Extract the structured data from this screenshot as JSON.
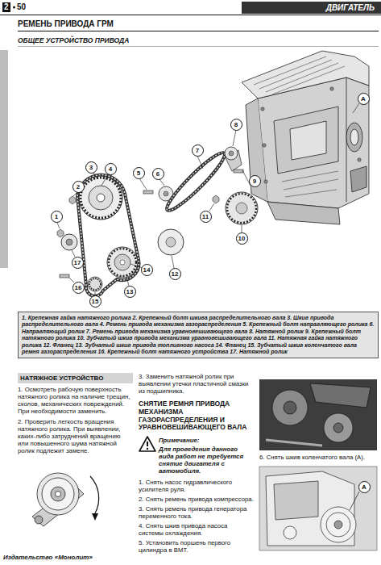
{
  "diagram": {
    "title": "РЕМЕНЬ ПРИВОДА ГРМ",
    "nodes": [
      {
        "text": [
          "ДВИГАТЕЛЬ"
        ]
      },
      {
        "text": [
          "1. Крепежная гайка натяжного ролика 2. Крепежный болт шкива распределительного вала 3. Шкив привода распределительного вала 4. Ремень привода механизма газораспределения 5. Крепежный болт направляющего ролика 6. Направляющий ролик 7. Ремень привода механизма уравновешивающего вала 8. Натяжной ролик 9. Крепежный болт натяжного ролика 10. Зубчатый шкив привода механизма уравновешивающего вала 11. Натяжная гайка натяжного ролика 12. Фланец 13. Зубчатый шкив привода топливного насоса 14. Фланец 15. Зубчатый шкив коленчатого вала ремня газораспределения 16. Крепежный болт натяжного устройства 17. Натяжной ролик"
        ]
      }
    ],
    "labels": [
      "2",
      "50",
      "ОБЩЕЕ УСТРОЙСТВО ПРИВОДА",
      "A",
      "1",
      "2",
      "3",
      "4",
      "5",
      "6",
      "7",
      "8",
      "9",
      "10",
      "11",
      "12",
      "13",
      "14",
      "15",
      "16",
      "17",
      "НАТЯЖНОЕ УСТРОЙСТВО",
      "1. Осмотреть рабочую поверхность натяжного ролика на наличие трещин, сколов, механических повреждений. При необходимости заменить.",
      "2. Проверить легкость вращения натяжного ролика. При выявлении, каких-либо затруднений вращению или повышенного шума натяжной ролик подлежит замене.",
      "3. Заменить натяжной ролик при выявлении утечки пластичной смазки из подшипника.",
      "СНЯТИЕ РЕМНЯ ПРИВОДА МЕХАНИЗМА ГАЗОРАСПРЕДЕЛЕНИЯ И УРАВНОВЕШИВАЮЩЕГО ВАЛА",
      "Примечание:",
      "Для проведения данного вида работ не требуется снятие двигателя с автомобиля.",
      "1. Снять насос гидравлического усилителя руля.",
      "2. Снять ремень привода компрессора.",
      "3. Снять ремень привода генератора переменного тока.",
      "4. Снять шкив привода насоса системы охлаждения.",
      "5. Установить поршень первого цилиндра в ВМТ.",
      "A",
      "6. Снять шкив коленчатого вала (A).",
      "Издательство «Монолит»"
    ]
  }
}
